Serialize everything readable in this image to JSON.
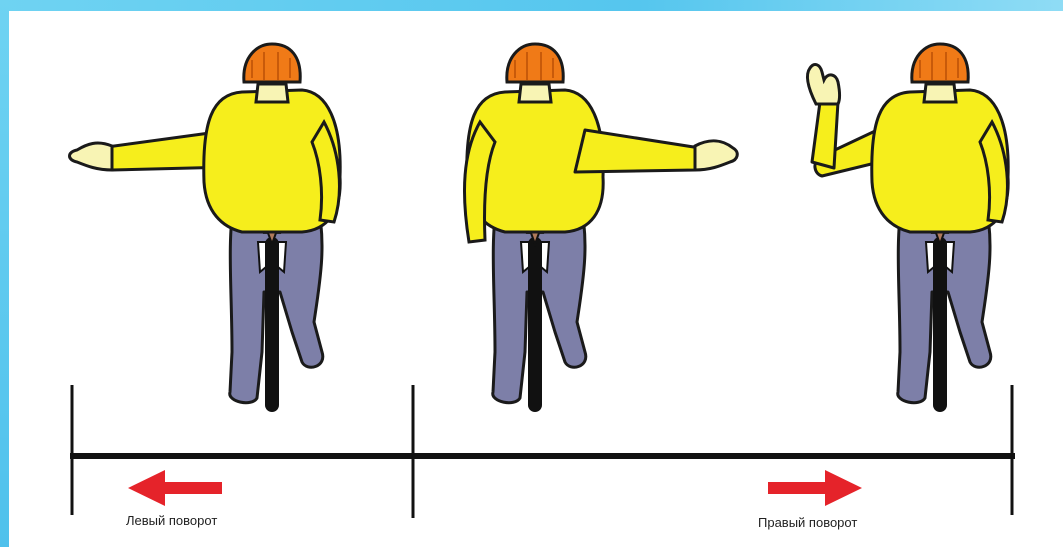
{
  "labels": {
    "left_turn": "Левый поворот",
    "right_turn": "Правый поворот"
  },
  "colors": {
    "frame": "#55c6ee",
    "helmet": "#f07a17",
    "jacket": "#f6ee1c",
    "glove": "#f8f4b4",
    "trousers": "#7d7fa8",
    "arrow": "#e5232a",
    "line": "#111111"
  },
  "figures": [
    {
      "signal": "left-arm-extended"
    },
    {
      "signal": "right-arm-extended"
    },
    {
      "signal": "left-arm-raised"
    }
  ],
  "arrows": [
    {
      "direction": "left"
    },
    {
      "direction": "right"
    }
  ]
}
